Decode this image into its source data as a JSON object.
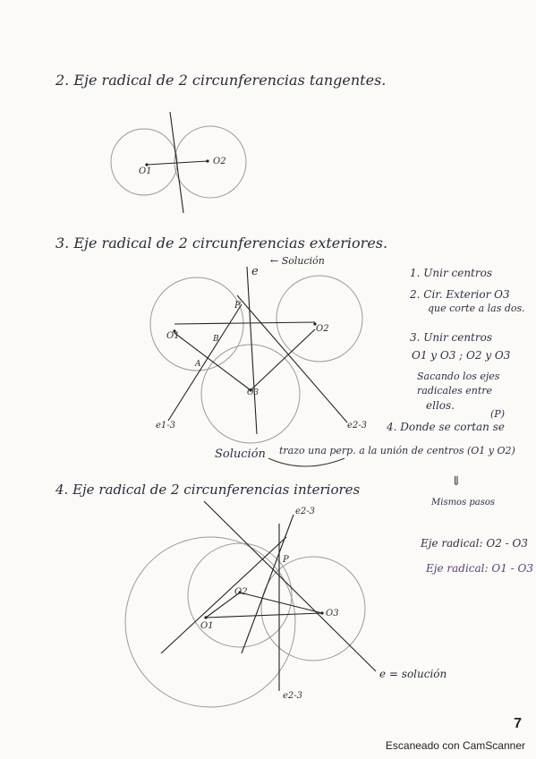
{
  "sections": {
    "s2_title": "2. Eje radical de 2 circunferencias tangentes.",
    "s3_title": "3. Eje radical de 2 circunferencias exteriores.",
    "s4_title": "4. Eje radical de 2 circunferencias interiores"
  },
  "labels": {
    "o1": "O1",
    "o2": "O2",
    "o3": "O3",
    "e": "e",
    "solucion_arrow": "← Solución",
    "p": "P",
    "a": "A",
    "b": "B",
    "e13": "e1-3",
    "e23": "e2-3",
    "e23_top": "e2-3",
    "e23_bottom": "e2-3",
    "e_solucion": "e = solución"
  },
  "steps": {
    "s1": "1. Unir centros",
    "s2a": "2. Cir. Exterior O3",
    "s2b": "que corte a las dos.",
    "s3a": "3. Unir centros",
    "s3b": "O1 y O3 ; O2 y O3",
    "s3c": "Sacando los ejes",
    "s3d": "radicales entre",
    "s3e": "ellos.",
    "p_mark": "(P)",
    "s4": "4. Donde se cortan se",
    "solucion_line": "Solución",
    "perp_line": "trazo una perp. a la unión de centros (O1 y O2)",
    "arrow_down": "⇓",
    "mismos": "Mismos pasos",
    "eje1": "Eje radical: O2 - O3",
    "eje2": "Eje radical: O1 - O3"
  },
  "footer": {
    "page_number": "7",
    "scanner": "Escaneado con CamScanner"
  }
}
